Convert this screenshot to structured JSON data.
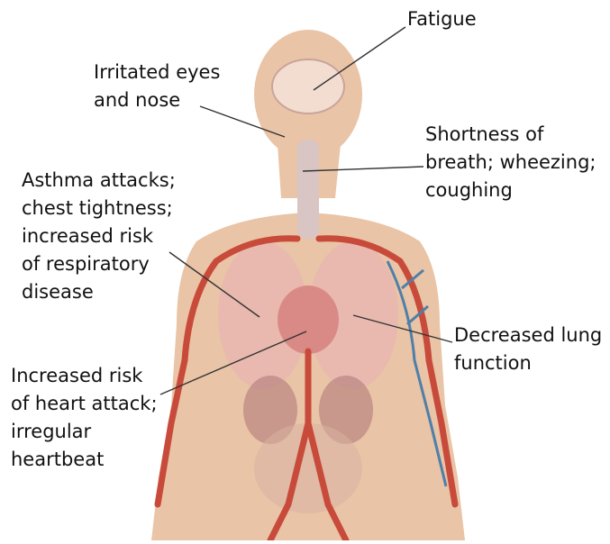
{
  "labels": {
    "fatigue": "Fatigue",
    "eyes": "Irritated eyes\nand nose",
    "breath": "Shortness of\nbreath; wheezing;\ncoughing",
    "asthma": "Asthma attacks;\nchest tightness;\nincreased risk\nof respiratory\ndisease",
    "lung": "Decreased lung\nfunction",
    "heart": "Increased risk\nof heart attack;\nirregular\nheartbeat"
  },
  "colors": {
    "skin": "#e9c4a6",
    "artery": "#c84a3a",
    "vein": "#4f7fa8",
    "lung": "#e8b7b2",
    "heart": "#d98a86",
    "organ": "#b07c7a",
    "leader": "#333333"
  }
}
